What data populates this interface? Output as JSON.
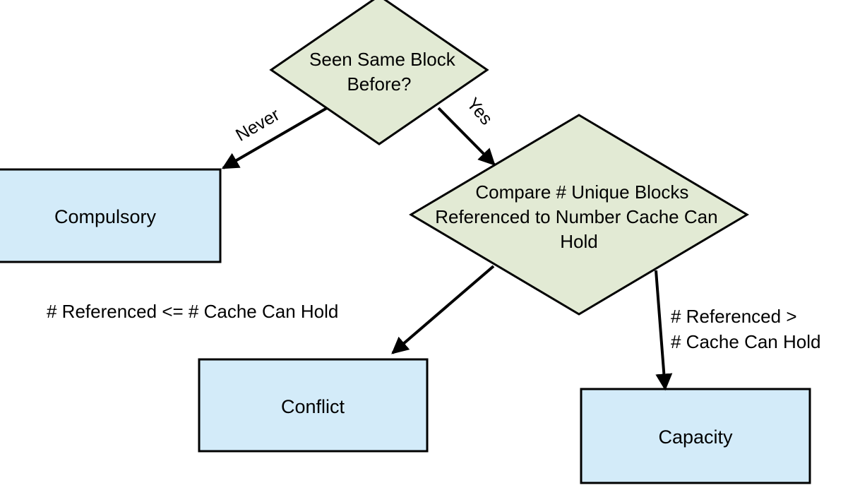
{
  "nodes": {
    "decision1": {
      "lines": [
        "Seen Same Block",
        "Before?"
      ],
      "shape": "diamond",
      "fill": "#e2ead4"
    },
    "decision2": {
      "lines": [
        "Compare # Unique Blocks",
        "Referenced to Number Cache Can",
        "Hold"
      ],
      "shape": "diamond",
      "fill": "#e2ead4"
    },
    "compulsory": {
      "label": "Compulsory",
      "shape": "rectangle",
      "fill": "#d3ebf9"
    },
    "conflict": {
      "label": "Conflict",
      "shape": "rectangle",
      "fill": "#d3ebf9"
    },
    "capacity": {
      "label": "Capacity",
      "shape": "rectangle",
      "fill": "#d3ebf9"
    }
  },
  "edges": {
    "never": {
      "label": "Never",
      "from": "decision1",
      "to": "compulsory"
    },
    "yes": {
      "label": "Yes",
      "from": "decision1",
      "to": "decision2"
    },
    "le": {
      "label": "# Referenced <= # Cache Can Hold",
      "from": "decision2",
      "to": "conflict"
    },
    "gt": {
      "lines": [
        "# Referenced >",
        "# Cache Can Hold"
      ],
      "from": "decision2",
      "to": "capacity"
    }
  },
  "colors": {
    "stroke": "#000000",
    "diamond_fill": "#e2ead4",
    "box_fill": "#d3ebf9"
  }
}
